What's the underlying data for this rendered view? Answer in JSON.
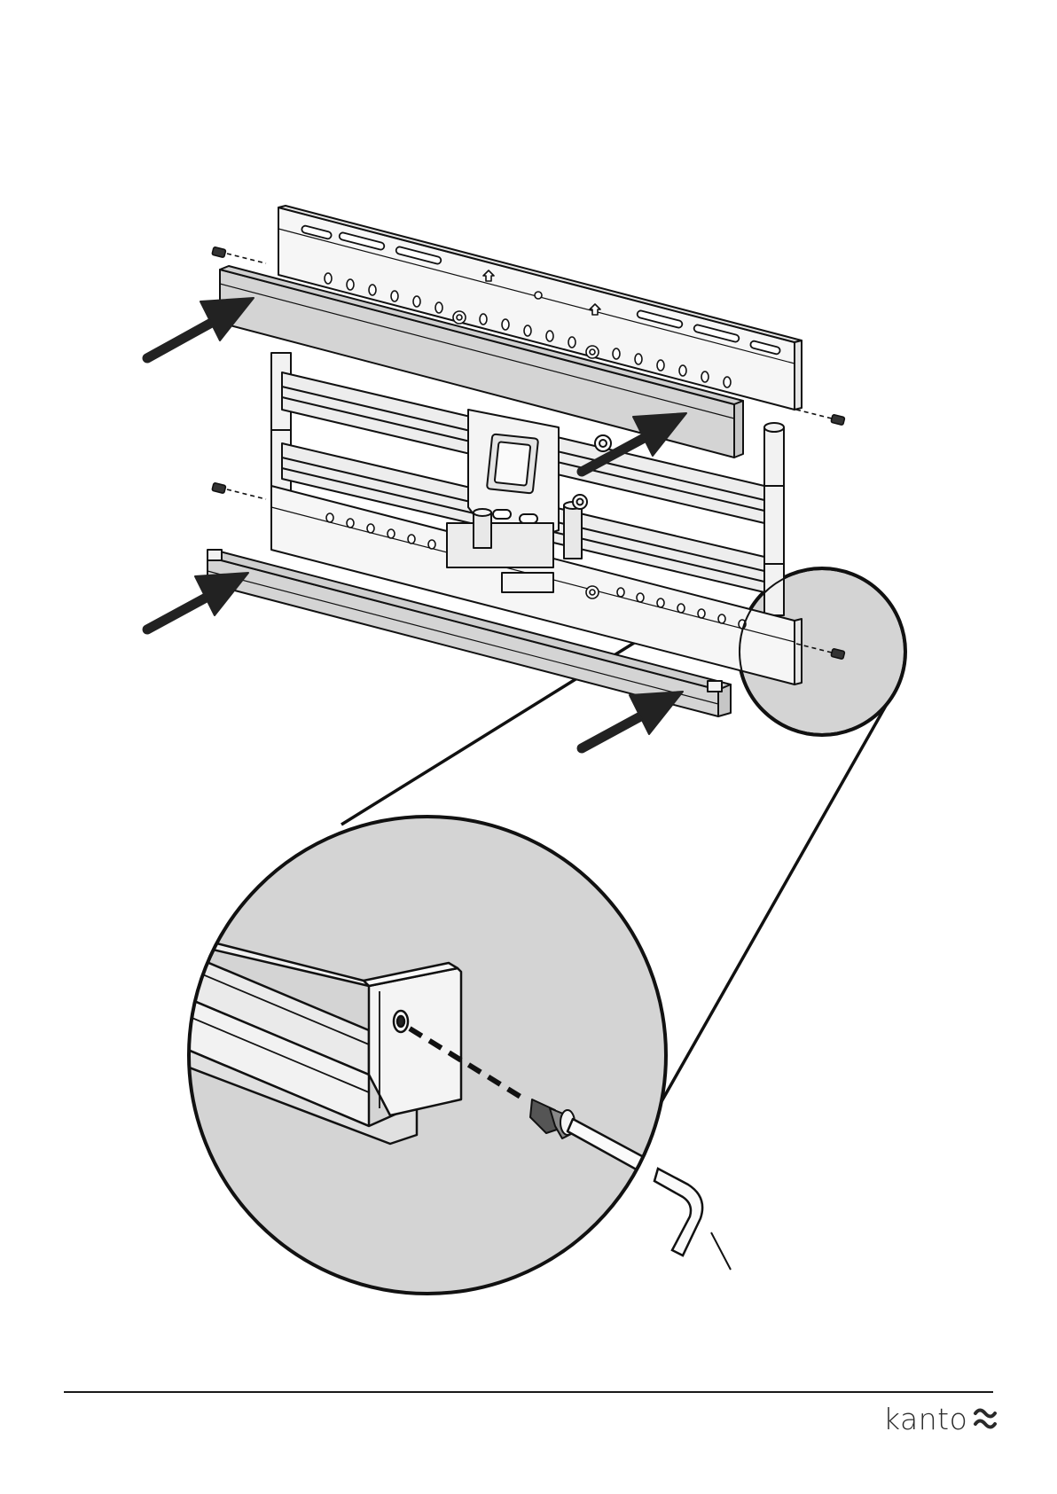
{
  "brand": {
    "wordmark": "kanto",
    "logo_icon": "kanto-logo-mark-icon"
  },
  "colors": {
    "line": "#111111",
    "panel_fill": "#d4d4d4",
    "metal_fill": "#f4f4f4",
    "background": "#ffffff"
  },
  "callouts": {
    "arrow_count": 4,
    "screw_count": 4
  }
}
